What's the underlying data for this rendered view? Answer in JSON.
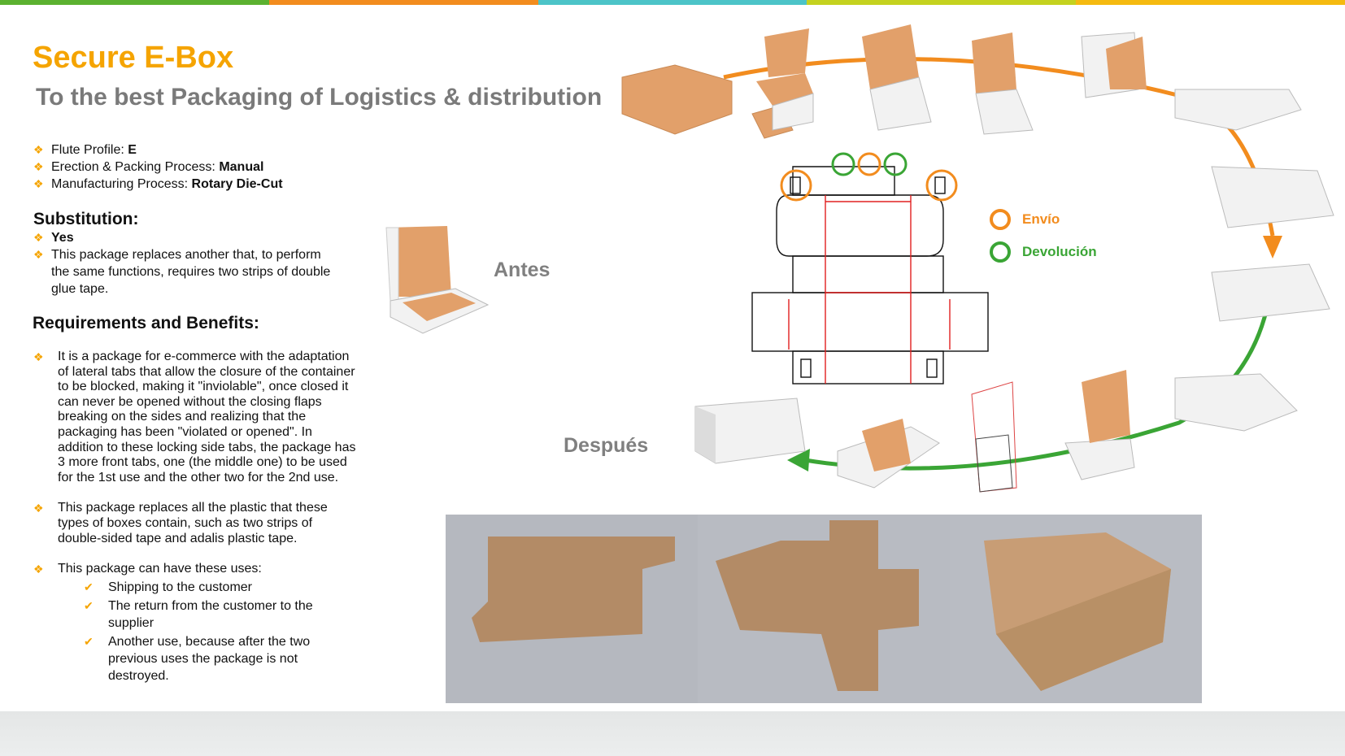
{
  "top_bar_colors": [
    "#5bb130",
    "#f28c1e",
    "#4cc4c8",
    "#c4d21f",
    "#f5ba10"
  ],
  "title": "Secure E-Box",
  "subtitle": "To the best Packaging of Logistics & distribution",
  "specs": [
    {
      "label": "Flute Profile: ",
      "value": "E"
    },
    {
      "label": "Erection & Packing Process: ",
      "value": "Manual"
    },
    {
      "label": "Manufacturing  Process: ",
      "value": "Rotary Die-Cut"
    }
  ],
  "substitution": {
    "heading": "Substitution:",
    "answer": "Yes",
    "note": "This package replaces another that, to perform the same functions, requires two strips of double glue tape."
  },
  "requirements": {
    "heading": "Requirements and Benefits:",
    "items": [
      "It is a package for e-commerce  with the adaptation of lateral tabs that allow the closure of the container to be blocked, making it \"inviolable\",  once closed it can never  be opened without the closing flaps breaking on the sides and realizing that the packaging has been \"violated or opened\". In addition to these locking side tabs, the package has 3 more front tabs, one (the middle one)  to be used for the 1st use and the other two for the 2nd use.",
      "This package replaces all the plastic that these types of boxes contain, such as two strips of double-sided  tape and adalis plastic tape.",
      "This package can have  these uses:"
    ],
    "uses": [
      "Shipping to the customer",
      "The return  from the customer to the supplier",
      "Another use, because after the two previous  uses the package is not destroyed."
    ]
  },
  "labels": {
    "before": "Antes",
    "after": "Después"
  },
  "legend": [
    {
      "label": "Envío",
      "color": "#f28c1e"
    },
    {
      "label": "Devolución",
      "color": "#3aa535"
    }
  ],
  "icons": [
    "diamond-bullet-icon",
    "checkmark-icon",
    "arrow-icon"
  ],
  "colors": {
    "accent": "#f5a400",
    "heading_gray": "#7a7a7a",
    "cardboard": "#e2a06a",
    "box_white": "#f2f2f2"
  }
}
